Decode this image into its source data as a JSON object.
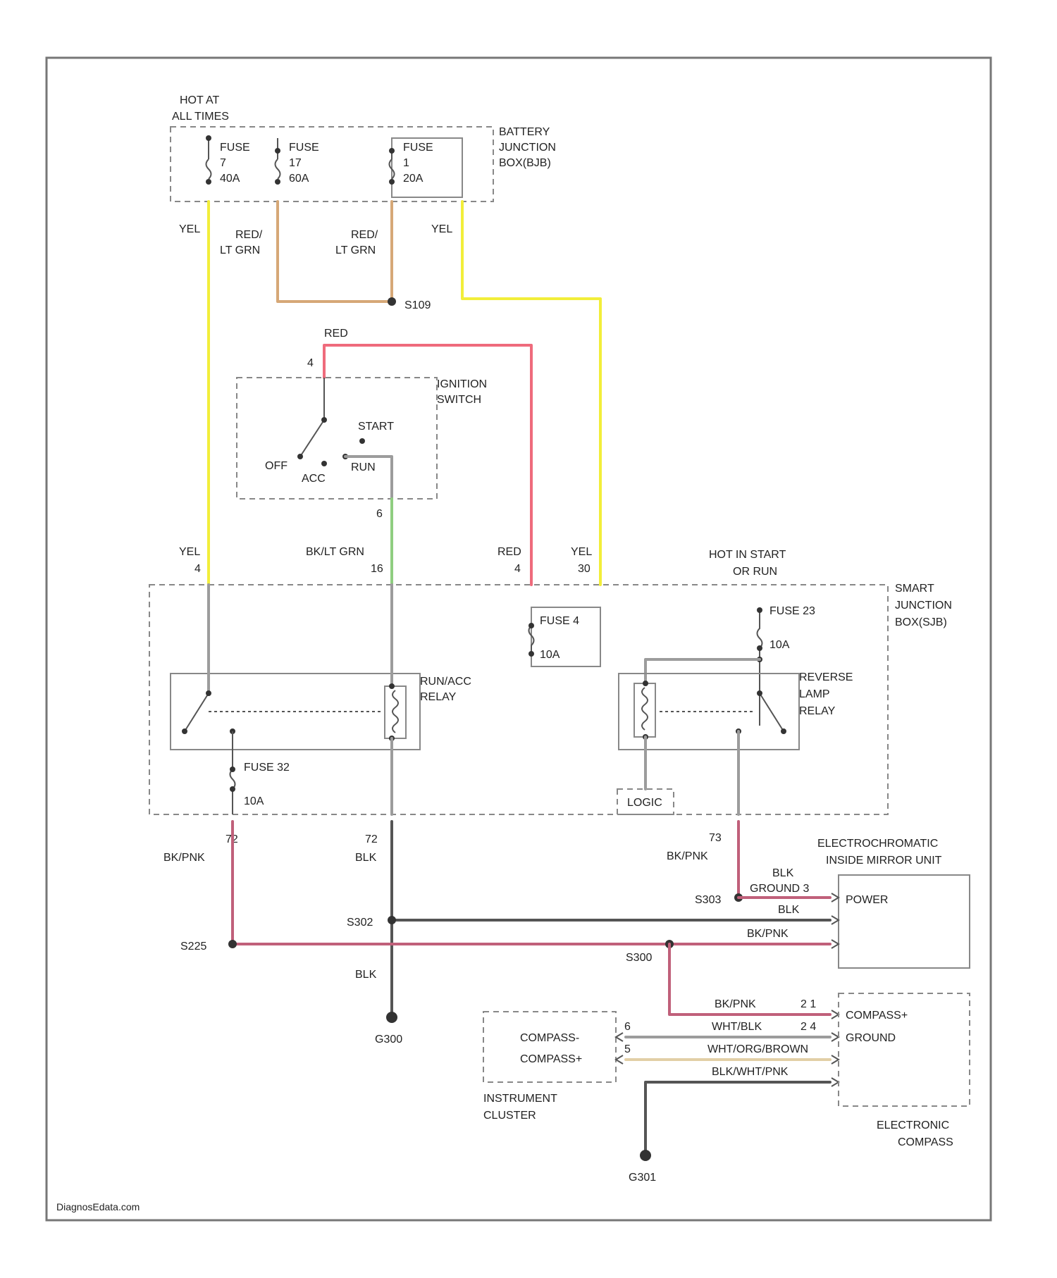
{
  "labels": {
    "hot_at_all_times_1": "HOT AT",
    "hot_at_all_times_2": "ALL TIMES",
    "battery_jb_1": "BATTERY",
    "battery_jb_2": "JUNCTION",
    "battery_jb_3": "BOX(BJB)",
    "fuse7_name": "FUSE",
    "fuse7_num": "7",
    "fuse7_amp": "40A",
    "fuse17_name": "FUSE",
    "fuse17_num": "17",
    "fuse17_amp": "60A",
    "fuse1_name": "FUSE",
    "fuse1_num": "1",
    "fuse1_amp": "20A",
    "yel_left": "YEL",
    "yel_right": "YEL",
    "red_ltgrn_a1": "RED/",
    "red_ltgrn_a2": "LT GRN",
    "red_ltgrn_b1": "RED/",
    "red_ltgrn_b2": "LT GRN",
    "splice_s109": "S109",
    "red_top": "RED",
    "ign_pin_top": "4",
    "ign_switch_1": "IGNITION",
    "ign_switch_2": "SWITCH",
    "start": "START",
    "off": "OFF",
    "acc": "ACC",
    "run": "RUN",
    "ign_pin_bot": "6",
    "sjb_yel_label": "YEL",
    "sjb_yel_pin": "4",
    "sjb_bkgrn_label": "BK/LT GRN",
    "sjb_bkgrn_pin": "16",
    "sjb_red_label": "RED",
    "sjb_red_pin": "4",
    "sjb_yel2_label": "YEL",
    "sjb_yel2_pin": "30",
    "hot_start_run_1": "HOT IN START",
    "hot_start_run_2": "OR RUN",
    "smart_jb_1": "SMART",
    "smart_jb_2": "JUNCTION",
    "smart_jb_3": "BOX(SJB)",
    "fuse4_name": "FUSE 4",
    "fuse4_amp": "10A",
    "fuse23_name": "FUSE 23",
    "fuse23_amp": "10A",
    "runacc_relay_1": "RUN/ACC",
    "runacc_relay_2": "RELAY",
    "reverse_relay_1": "REVERSE",
    "reverse_relay_2": "LAMP",
    "reverse_relay_3": "RELAY",
    "fuse32_name": "FUSE 32",
    "fuse32_amp": "10A",
    "logic": "LOGIC",
    "pin72a": "72",
    "bkpnk_a": "BK/PNK",
    "pin72b": "72",
    "blk_a": "BLK",
    "pin73": "73",
    "bkpnk_b": "BK/PNK",
    "ecm_unit_1": "ELECTROCHROMATIC",
    "ecm_unit_2": "INSIDE MIRROR UNIT",
    "blk_ground": "BLK",
    "ground_pin_label": "GROUND 3",
    "splice_s303": "S303",
    "power": "POWER",
    "blk_mid": "BLK",
    "bkpnk_mid": "BK/PNK",
    "splice_s302": "S302",
    "splice_s225": "S225",
    "splice_s300": "S300",
    "blk_lower": "BLK",
    "ground_g300": "G300",
    "bkpnk_c": "BK/PNK",
    "pin_c1": "2 1",
    "wht_blk": "WHT/BLK",
    "pin_c2": "2 4",
    "wht_org": "WHT/ORG/BROWN",
    "blk_wht": "BLK/WHT/PNK",
    "compass_pos": "COMPASS+",
    "ground_label": "GROUND",
    "ic_compass1": "COMPASS-",
    "ic_compass2": "COMPASS+",
    "ic_pin1": "6",
    "ic_pin2": "5",
    "instrument_1": "INSTRUMENT",
    "instrument_2": "CLUSTER",
    "compass_1": "ELECTRONIC",
    "compass_2": "COMPASS",
    "ground_g301": "G301",
    "watermark": "DiagnosEdata.com"
  }
}
